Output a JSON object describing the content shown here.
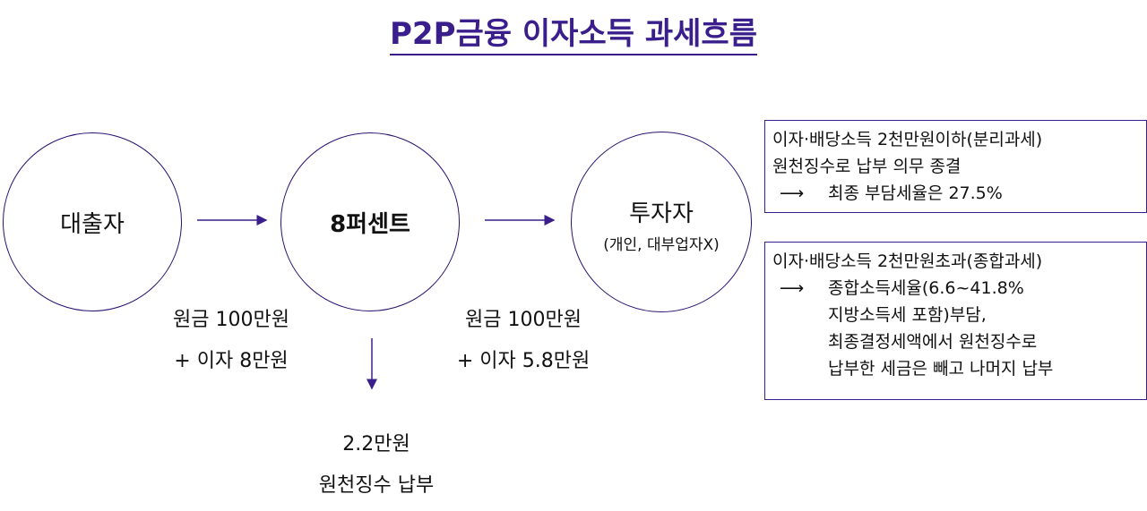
{
  "title": "P2P금융 이자소득 과세흐름",
  "nodes": {
    "borrower": "대출자",
    "platform": "8퍼센트",
    "investor": "투자자",
    "investor_sub": "(개인, 대부업자X)"
  },
  "flows": {
    "loan_principal": "원금 100만원",
    "loan_interest": "+ 이자 8만원",
    "investor_principal": "원금 100만원",
    "investor_interest": "+ 이자 5.8만원",
    "withholding_amount": "2.2만원",
    "withholding_label": "원천징수 납부"
  },
  "separate_tax_box": {
    "line1": "이자·배당소득 2천만원이하(분리과세)",
    "line2": "원천징수로 납부 의무 종결",
    "line3": "최종 부담세율은 27.5%"
  },
  "comprehensive_tax_box": {
    "line1": "이자·배당소득 2천만원초과(종합과세)",
    "line2": "종합소득세율(6.6~41.8%",
    "line3": "지방소득세 포함)부담,",
    "line4": "최종결정세액에서 원천징수로",
    "line5": "납부한 세금은 빼고 나머지 납부"
  },
  "colors": {
    "title": "#3a1f8c",
    "outline": "#2a1070",
    "arrow": "#3a1f8c"
  }
}
